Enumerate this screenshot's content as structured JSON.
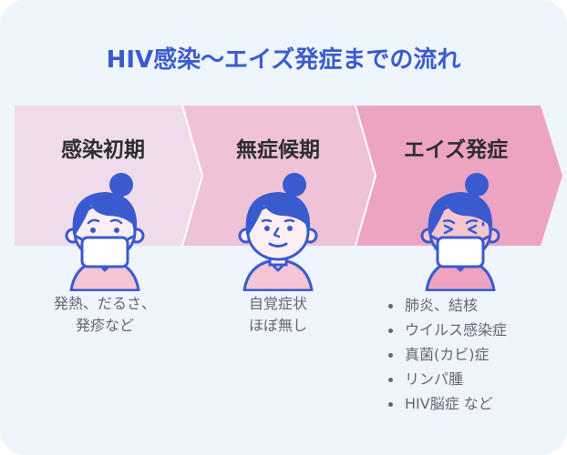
{
  "title": "HIV感染〜エイズ発症までの流れ",
  "colors": {
    "background": "#eff5fd",
    "title": "#3b5bd0",
    "stage1": "#efdbe9",
    "stage2": "#efc2d7",
    "stage3": "#eda4c2",
    "hair": "#3a5bcf",
    "text": "#646672"
  },
  "stages": [
    {
      "label": "感染初期",
      "face": "worried-masked",
      "description": [
        "発熱、だるさ、",
        "発疹など"
      ]
    },
    {
      "label": "無症候期",
      "face": "smiling",
      "description": [
        "自覚症状",
        "ほぼ無し"
      ]
    },
    {
      "label": "エイズ発症",
      "face": "suffering-masked",
      "symptoms": [
        "肺炎、結核",
        "ウイルス感染症",
        "真菌(カビ)症",
        "リンパ腫",
        "HIV脳症 など"
      ]
    }
  ]
}
